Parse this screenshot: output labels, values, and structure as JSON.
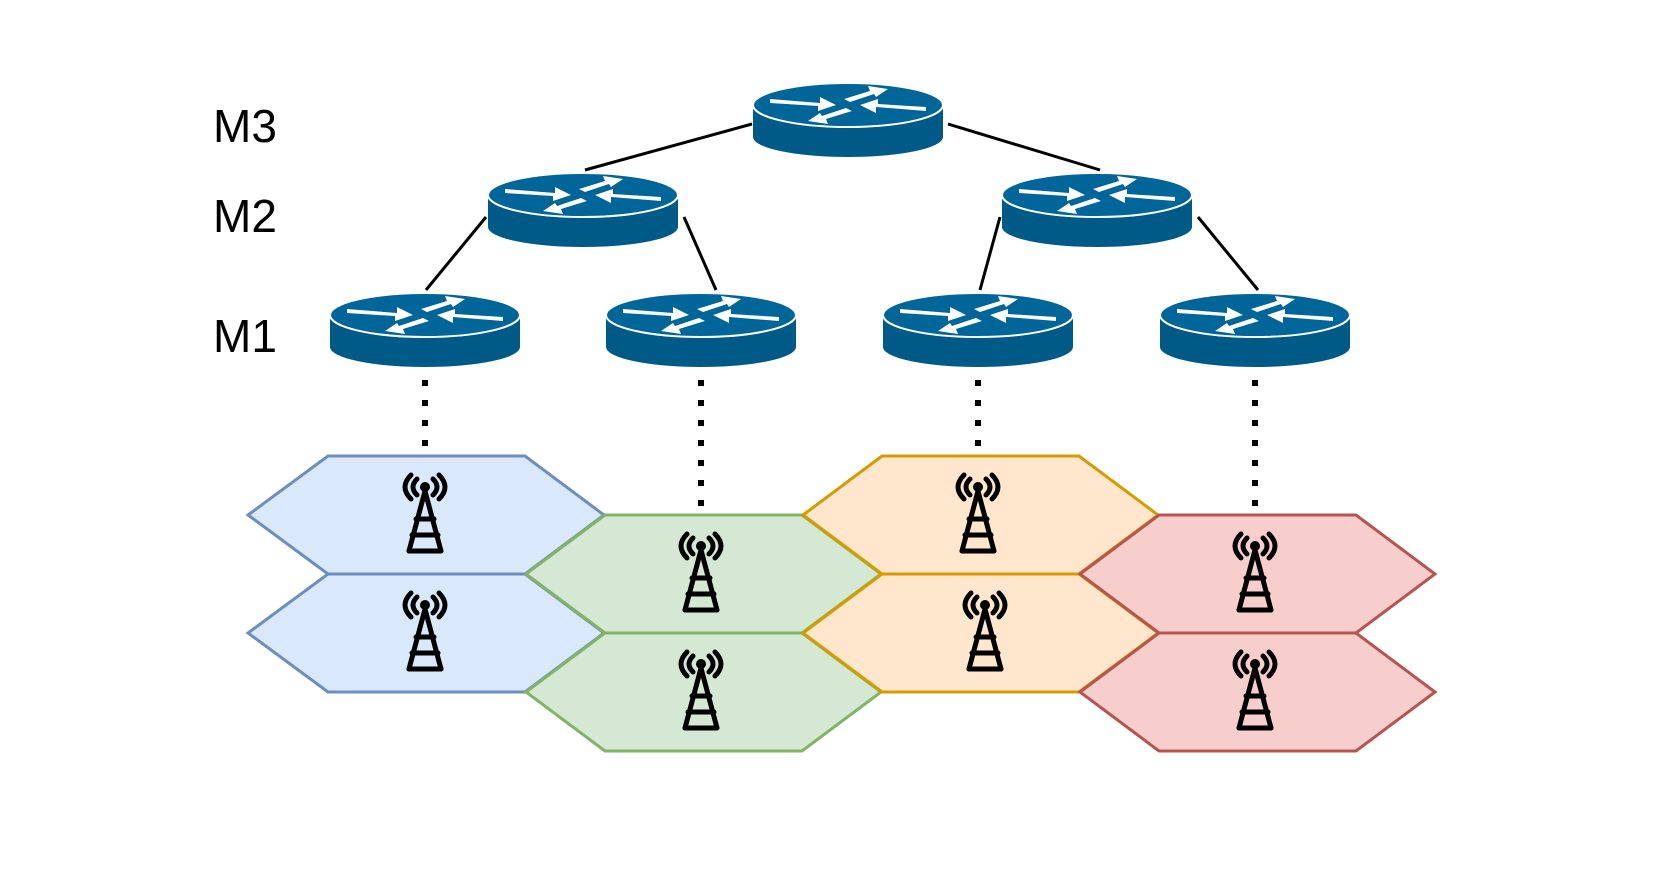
{
  "levels": {
    "m3": "M3",
    "m2": "M2",
    "m1": "M1"
  },
  "colors": {
    "router_fill": "#006599",
    "router_arrow": "#ffffff",
    "link": "#000000",
    "cell_groups": [
      {
        "fill": "#dae8fc",
        "stroke": "#6c8ebf"
      },
      {
        "fill": "#d5e8d4",
        "stroke": "#82b366"
      },
      {
        "fill": "#ffe6cc",
        "stroke": "#d79b00"
      },
      {
        "fill": "#f8cecc",
        "stroke": "#b85450"
      }
    ]
  },
  "icons": {
    "router": "router-icon",
    "tower": "cell-tower-icon"
  }
}
